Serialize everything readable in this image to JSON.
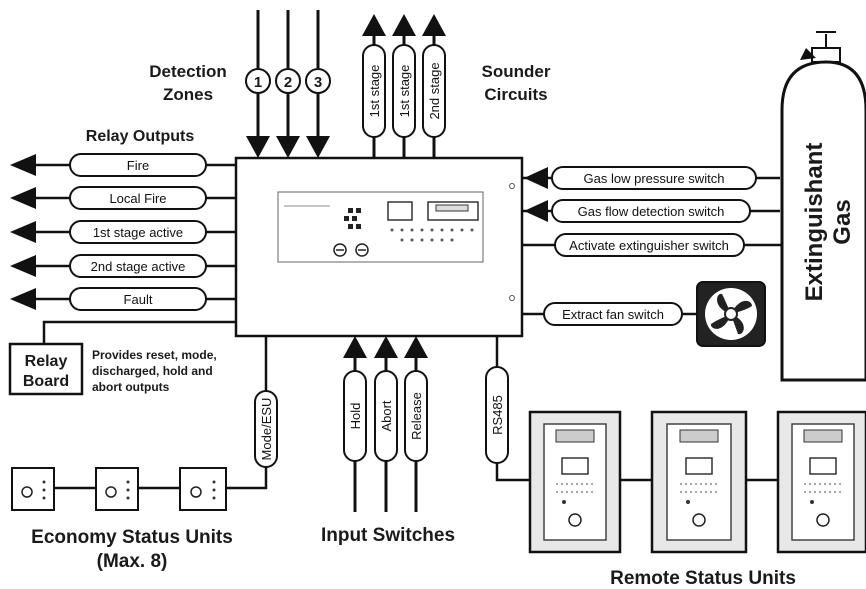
{
  "labels": {
    "detection_zones": [
      "Detection",
      "Zones"
    ],
    "sounder_circuits": [
      "Sounder",
      "Circuits"
    ],
    "relay_outputs": "Relay Outputs",
    "relay_board": [
      "Relay",
      "Board"
    ],
    "relay_board_note": [
      "Provides reset, mode,",
      "discharged, hold and",
      "abort outputs"
    ],
    "economy_status_units": "Economy Status Units",
    "economy_status_max": "(Max. 8)",
    "input_switches": "Input Switches",
    "remote_status_units": "Remote Status Units",
    "extinguishant": [
      "Extinguishant",
      "Gas"
    ],
    "mode_esu": "Mode/ESU",
    "rs485": "RS485"
  },
  "zones": [
    "1",
    "2",
    "3"
  ],
  "sounder_stages": [
    "1st stage",
    "1st stage",
    "2nd stage"
  ],
  "relay_outputs": [
    "Fire",
    "Local Fire",
    "1st stage active",
    "2nd stage active",
    "Fault"
  ],
  "right_inputs": [
    "Gas low pressure switch",
    "Gas flow detection switch"
  ],
  "right_output": "Activate extinguisher switch",
  "extract_fan": "Extract fan switch",
  "input_switches": [
    "Hold",
    "Abort",
    "Release"
  ]
}
